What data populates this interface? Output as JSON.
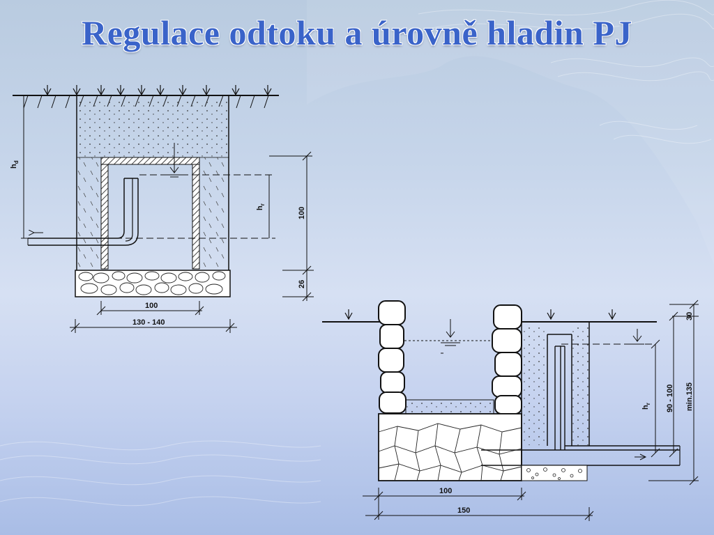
{
  "slide": {
    "title": "Regulace odtoku a úrovně hladin PJ"
  },
  "diagram_left": {
    "labels": {
      "hd": "h",
      "hd_sub": "d",
      "hr": "h",
      "hr_sub": "r",
      "dim_100_vert": "100",
      "dim_26": "26",
      "dim_100_horiz": "100",
      "dim_130_140": "130 - 140"
    }
  },
  "diagram_right": {
    "labels": {
      "hr": "h",
      "hr_sub": "r",
      "dim_30": "30",
      "dim_90_100": "90 - 100",
      "dim_min135": "min.135",
      "dim_100": "100",
      "dim_150": "150"
    }
  }
}
